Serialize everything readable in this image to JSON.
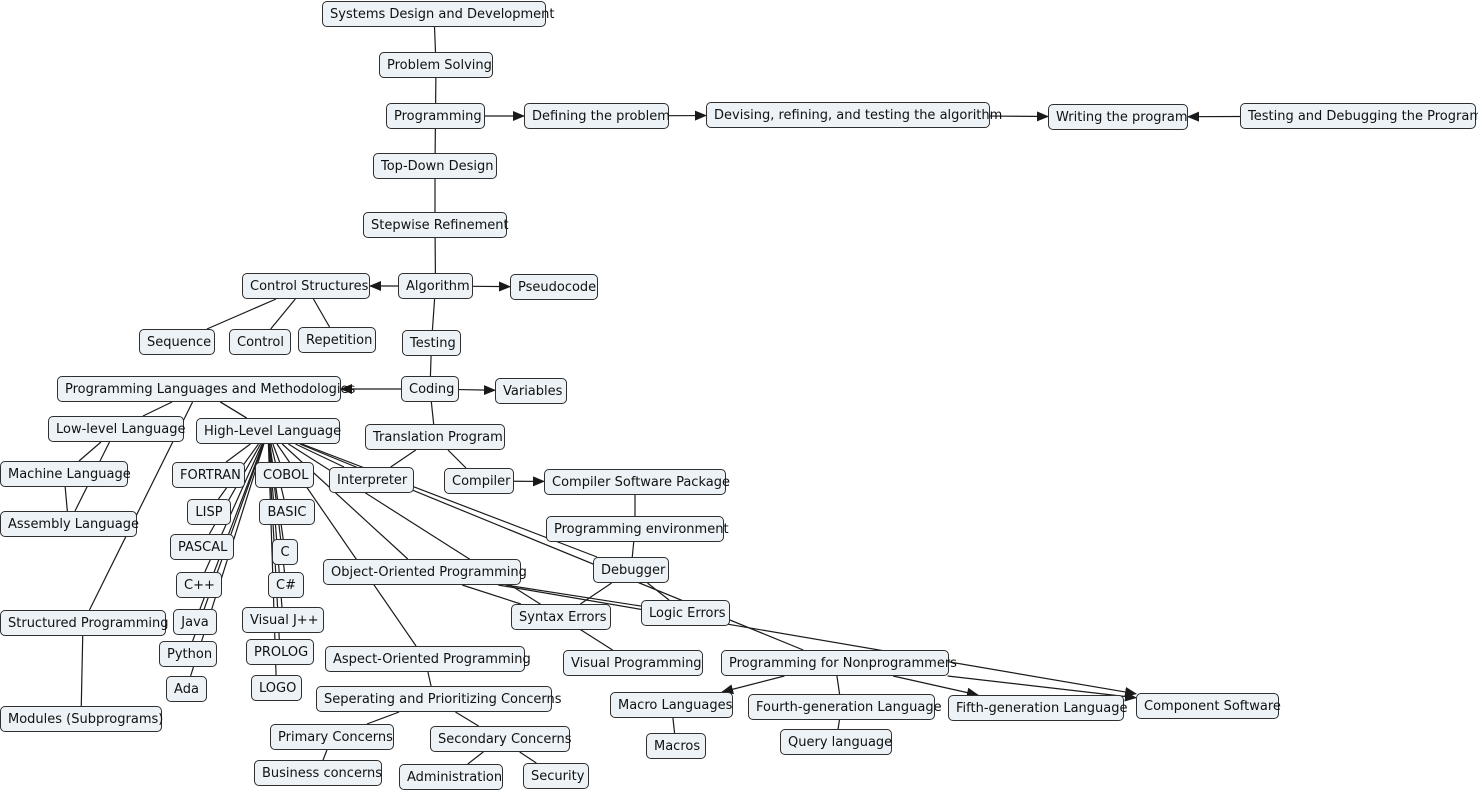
{
  "concept_map": {
    "nodes": [
      {
        "id": "sdd",
        "label": "Systems Design and Development"
      },
      {
        "id": "ps",
        "label": "Problem Solving"
      },
      {
        "id": "prog",
        "label": "Programming"
      },
      {
        "id": "dtp",
        "label": "Defining the problem"
      },
      {
        "id": "drt",
        "label": "Devising, refining, and testing the algorithm"
      },
      {
        "id": "wtp",
        "label": "Writing the program"
      },
      {
        "id": "tdp",
        "label": "Testing and Debugging the Program"
      },
      {
        "id": "tdd",
        "label": "Top-Down Design"
      },
      {
        "id": "swr",
        "label": "Stepwise Refinement"
      },
      {
        "id": "alg",
        "label": "Algorithm"
      },
      {
        "id": "cs",
        "label": "Control Structures"
      },
      {
        "id": "pseudo",
        "label": "Pseudocode"
      },
      {
        "id": "seq",
        "label": "Sequence"
      },
      {
        "id": "ctrl",
        "label": "Control"
      },
      {
        "id": "rep",
        "label": "Repetition"
      },
      {
        "id": "test",
        "label": "Testing"
      },
      {
        "id": "coding",
        "label": "Coding"
      },
      {
        "id": "plm",
        "label": "Programming Languages and Methodologies"
      },
      {
        "id": "vars",
        "label": "Variables"
      },
      {
        "id": "lll",
        "label": "Low-level Language"
      },
      {
        "id": "hll",
        "label": "High-Level Language"
      },
      {
        "id": "tp",
        "label": "Translation Program"
      },
      {
        "id": "ml",
        "label": "Machine Language"
      },
      {
        "id": "al",
        "label": "Assembly Language"
      },
      {
        "id": "fortran",
        "label": "FORTRAN"
      },
      {
        "id": "cobol",
        "label": "COBOL"
      },
      {
        "id": "interp",
        "label": "Interpreter"
      },
      {
        "id": "comp",
        "label": "Compiler"
      },
      {
        "id": "csp",
        "label": "Compiler Software Package"
      },
      {
        "id": "lisp",
        "label": "LISP"
      },
      {
        "id": "basic",
        "label": "BASIC"
      },
      {
        "id": "penv",
        "label": "Programming environment"
      },
      {
        "id": "pascal",
        "label": "PASCAL"
      },
      {
        "id": "c",
        "label": "C"
      },
      {
        "id": "cpp",
        "label": "C++"
      },
      {
        "id": "csharp",
        "label": "C#"
      },
      {
        "id": "oop",
        "label": "Object-Oriented Programming"
      },
      {
        "id": "dbg",
        "label": "Debugger"
      },
      {
        "id": "sp",
        "label": "Structured Programming"
      },
      {
        "id": "java",
        "label": "Java"
      },
      {
        "id": "vj",
        "label": "Visual J++"
      },
      {
        "id": "syn",
        "label": "Syntax Errors"
      },
      {
        "id": "logic",
        "label": "Logic Errors"
      },
      {
        "id": "python",
        "label": "Python"
      },
      {
        "id": "prolog",
        "label": "PROLOG"
      },
      {
        "id": "aop",
        "label": "Aspect-Oriented Programming"
      },
      {
        "id": "vp",
        "label": "Visual Programming"
      },
      {
        "id": "pfn",
        "label": "Programming for Nonprogrammers"
      },
      {
        "id": "ada",
        "label": "Ada"
      },
      {
        "id": "logo",
        "label": "LOGO"
      },
      {
        "id": "spc",
        "label": "Seperating and Prioritizing Concerns"
      },
      {
        "id": "macrol",
        "label": "Macro Languages"
      },
      {
        "id": "fgl",
        "label": "Fourth-generation Language"
      },
      {
        "id": "figl",
        "label": "Fifth-generation Language"
      },
      {
        "id": "cswr",
        "label": "Component Software"
      },
      {
        "id": "mods",
        "label": "Modules (Subprograms)"
      },
      {
        "id": "pc",
        "label": "Primary Concerns"
      },
      {
        "id": "sc",
        "label": "Secondary Concerns"
      },
      {
        "id": "macros",
        "label": "Macros"
      },
      {
        "id": "ql",
        "label": "Query language"
      },
      {
        "id": "bc",
        "label": "Business concerns"
      },
      {
        "id": "admin",
        "label": "Administration"
      },
      {
        "id": "sec",
        "label": "Security"
      }
    ],
    "links": [
      {
        "from": "sdd",
        "to": "ps",
        "arrow": false
      },
      {
        "from": "ps",
        "to": "prog",
        "arrow": false
      },
      {
        "from": "prog",
        "to": "dtp",
        "arrow": true
      },
      {
        "from": "dtp",
        "to": "drt",
        "arrow": true
      },
      {
        "from": "drt",
        "to": "wtp",
        "arrow": true
      },
      {
        "from": "tdp",
        "to": "wtp",
        "arrow": true
      },
      {
        "from": "prog",
        "to": "tdd",
        "arrow": false
      },
      {
        "from": "tdd",
        "to": "swr",
        "arrow": false
      },
      {
        "from": "swr",
        "to": "alg",
        "arrow": false
      },
      {
        "from": "alg",
        "to": "cs",
        "arrow": true
      },
      {
        "from": "alg",
        "to": "pseudo",
        "arrow": true
      },
      {
        "from": "cs",
        "to": "seq",
        "arrow": false
      },
      {
        "from": "cs",
        "to": "ctrl",
        "arrow": false
      },
      {
        "from": "cs",
        "to": "rep",
        "arrow": false
      },
      {
        "from": "alg",
        "to": "test",
        "arrow": false
      },
      {
        "from": "test",
        "to": "coding",
        "arrow": false
      },
      {
        "from": "coding",
        "to": "plm",
        "arrow": true
      },
      {
        "from": "coding",
        "to": "vars",
        "arrow": true
      },
      {
        "from": "coding",
        "to": "tp",
        "arrow": false
      },
      {
        "from": "plm",
        "to": "lll",
        "arrow": false
      },
      {
        "from": "plm",
        "to": "hll",
        "arrow": false
      },
      {
        "from": "plm",
        "to": "sp",
        "arrow": false
      },
      {
        "from": "plm",
        "to": "hll",
        "arrow": false
      },
      {
        "from": "lll",
        "to": "ml",
        "arrow": false
      },
      {
        "from": "lll",
        "to": "al",
        "arrow": false
      },
      {
        "from": "ml",
        "to": "al",
        "arrow": false
      },
      {
        "from": "sp",
        "to": "mods",
        "arrow": false
      },
      {
        "from": "hll",
        "to": "fortran",
        "arrow": false
      },
      {
        "from": "hll",
        "to": "cobol",
        "arrow": false
      },
      {
        "from": "hll",
        "to": "lisp",
        "arrow": false
      },
      {
        "from": "hll",
        "to": "basic",
        "arrow": false
      },
      {
        "from": "hll",
        "to": "pascal",
        "arrow": false
      },
      {
        "from": "hll",
        "to": "c",
        "arrow": false
      },
      {
        "from": "hll",
        "to": "cpp",
        "arrow": false
      },
      {
        "from": "hll",
        "to": "csharp",
        "arrow": false
      },
      {
        "from": "hll",
        "to": "java",
        "arrow": false
      },
      {
        "from": "hll",
        "to": "vj",
        "arrow": false
      },
      {
        "from": "hll",
        "to": "python",
        "arrow": false
      },
      {
        "from": "hll",
        "to": "prolog",
        "arrow": false
      },
      {
        "from": "hll",
        "to": "ada",
        "arrow": false
      },
      {
        "from": "hll",
        "to": "logo",
        "arrow": false
      },
      {
        "from": "hll",
        "to": "interp",
        "arrow": false
      },
      {
        "from": "hll",
        "to": "oop",
        "arrow": false
      },
      {
        "from": "hll",
        "to": "dbg",
        "arrow": false
      },
      {
        "from": "hll",
        "to": "aop",
        "arrow": false
      },
      {
        "from": "hll",
        "to": "pfn",
        "arrow": false
      },
      {
        "from": "hll",
        "to": "vp",
        "arrow": false
      },
      {
        "from": "tp",
        "to": "interp",
        "arrow": false
      },
      {
        "from": "tp",
        "to": "comp",
        "arrow": false
      },
      {
        "from": "comp",
        "to": "csp",
        "arrow": true
      },
      {
        "from": "csp",
        "to": "penv",
        "arrow": false
      },
      {
        "from": "penv",
        "to": "dbg",
        "arrow": false
      },
      {
        "from": "dbg",
        "to": "syn",
        "arrow": false
      },
      {
        "from": "dbg",
        "to": "logic",
        "arrow": false
      },
      {
        "from": "oop",
        "to": "logic",
        "arrow": false
      },
      {
        "from": "oop",
        "to": "syn",
        "arrow": false
      },
      {
        "from": "aop",
        "to": "spc",
        "arrow": false
      },
      {
        "from": "spc",
        "to": "pc",
        "arrow": false
      },
      {
        "from": "spc",
        "to": "sc",
        "arrow": false
      },
      {
        "from": "pc",
        "to": "bc",
        "arrow": false
      },
      {
        "from": "sc",
        "to": "admin",
        "arrow": false
      },
      {
        "from": "sc",
        "to": "sec",
        "arrow": false
      },
      {
        "from": "pfn",
        "to": "macrol",
        "arrow": true
      },
      {
        "from": "pfn",
        "to": "fgl",
        "arrow": false
      },
      {
        "from": "pfn",
        "to": "figl",
        "arrow": true
      },
      {
        "from": "pfn",
        "to": "cswr",
        "arrow": true
      },
      {
        "from": "macrol",
        "to": "macros",
        "arrow": false
      },
      {
        "from": "fgl",
        "to": "ql",
        "arrow": false
      },
      {
        "from": "oop",
        "to": "cswr",
        "arrow": true
      }
    ]
  },
  "colors": {
    "node_fill": "#ecf2f5",
    "node_border": "#2f2f2f",
    "link": "#1a1a1a",
    "text": "#111111"
  }
}
